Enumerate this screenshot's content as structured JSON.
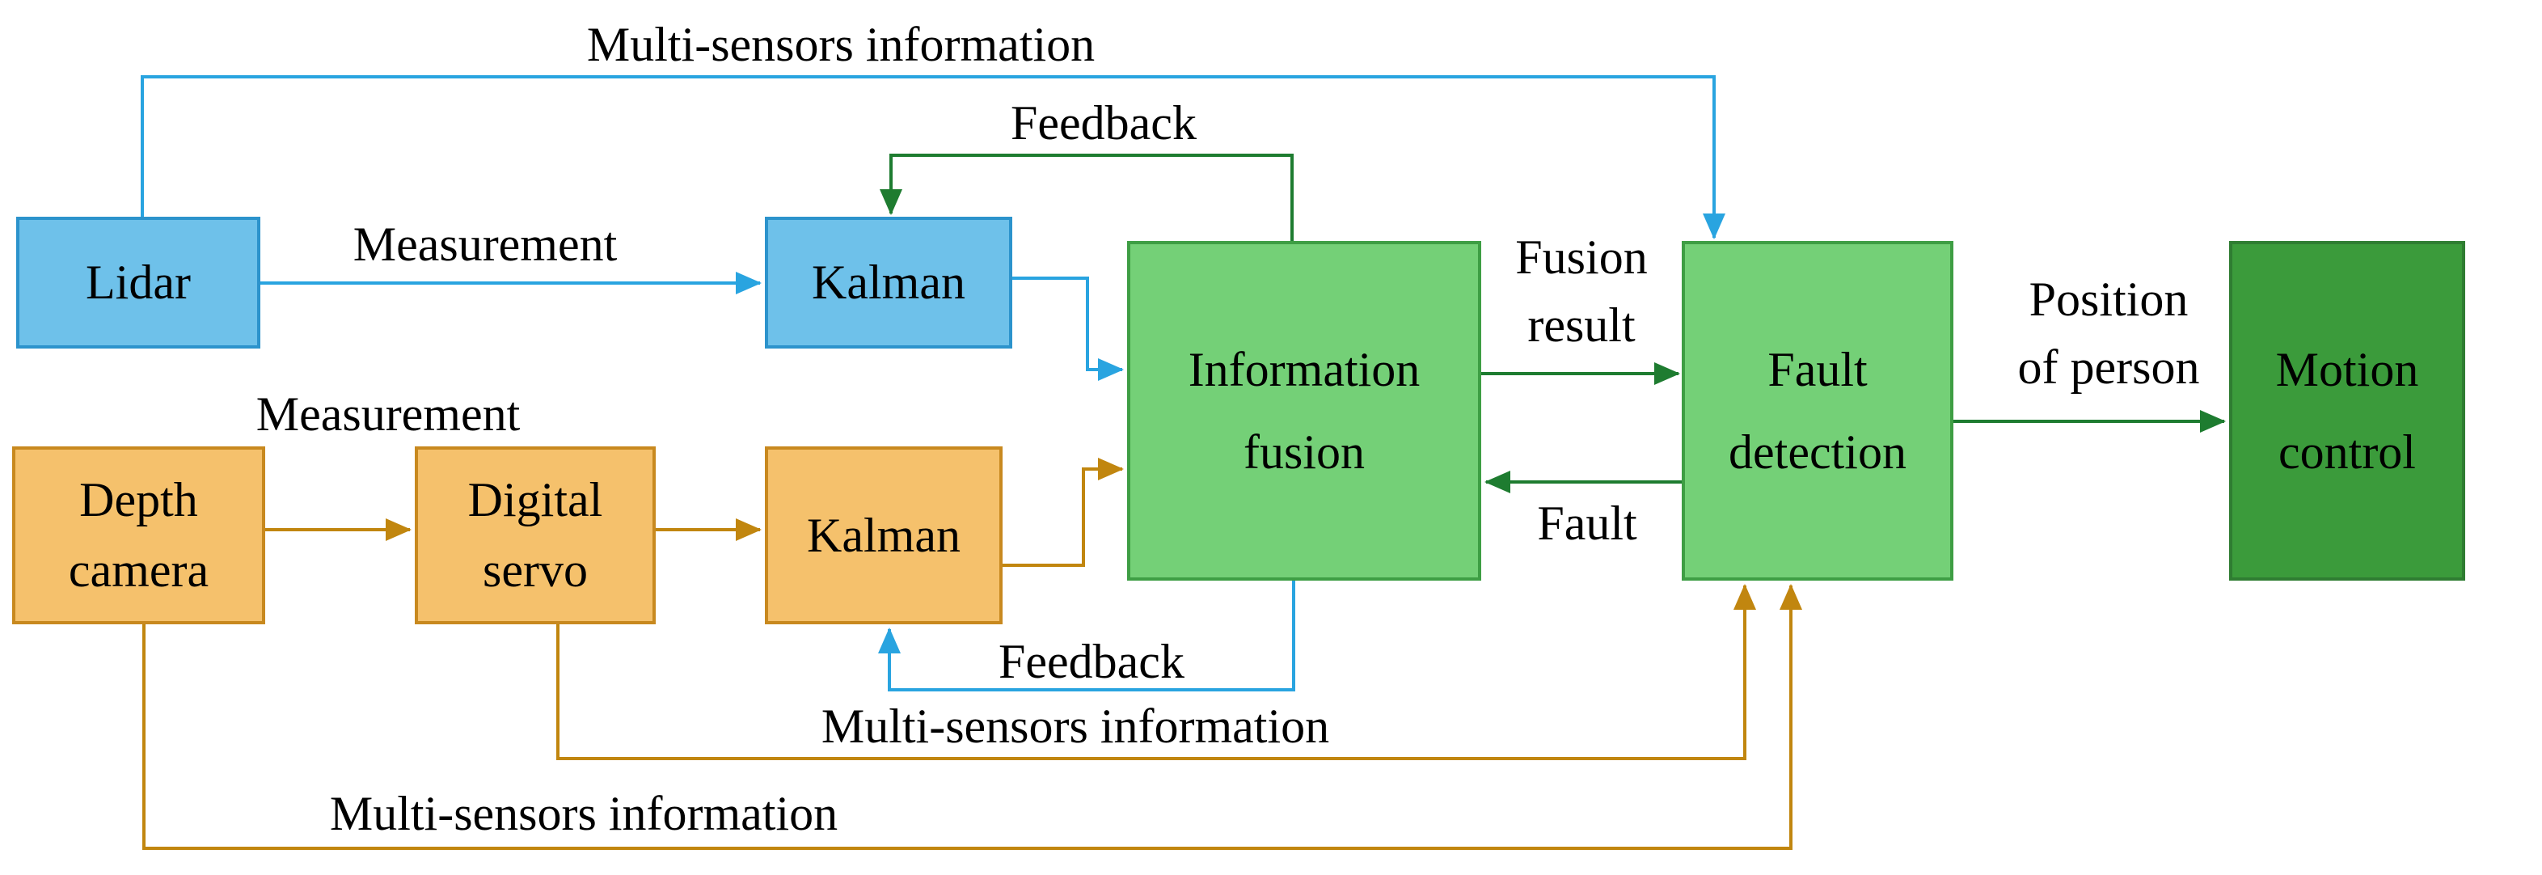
{
  "diagram": {
    "title": "Multi-sensor fusion fault-detection block diagram",
    "boxes": {
      "lidar": {
        "label": "Lidar"
      },
      "kalman_top": {
        "label": "Kalman"
      },
      "depth_camera": {
        "label": "Depth\ncamera"
      },
      "digital_servo": {
        "label": "Digital\nservo"
      },
      "kalman_bottom": {
        "label": "Kalman"
      },
      "information_fusion": {
        "label": "Information\nfusion"
      },
      "fault_detection": {
        "label": "Fault\ndetection"
      },
      "motion_control": {
        "label": "Motion\ncontrol"
      }
    },
    "edge_labels": {
      "multi_sensors_top": "Multi-sensors information",
      "feedback_top": "Feedback",
      "measurement_top": "Measurement",
      "measurement_bottom": "Measurement",
      "fusion_result": "Fusion\nresult",
      "fault": "Fault",
      "position_of_person": "Position\nof person",
      "feedback_bottom": "Feedback",
      "multi_sensors_middle": "Multi-sensors information",
      "multi_sensors_bottom": "Multi-sensors information"
    },
    "colors": {
      "background": "#FFFFFF",
      "text": "#000000",
      "blue_fill": "#6EC1EA",
      "blue_border": "#2C93CC",
      "blue_line": "#29A4E0",
      "orange_fill": "#F5C16C",
      "orange_border": "#C8891F",
      "orange_line": "#C1860F",
      "green_fill": "#74D077",
      "green_border": "#3E9E44",
      "dkgreen_fill": "#3B9B3B",
      "dkgreen_border": "#2F7D32",
      "green_line": "#1E7C30"
    }
  }
}
